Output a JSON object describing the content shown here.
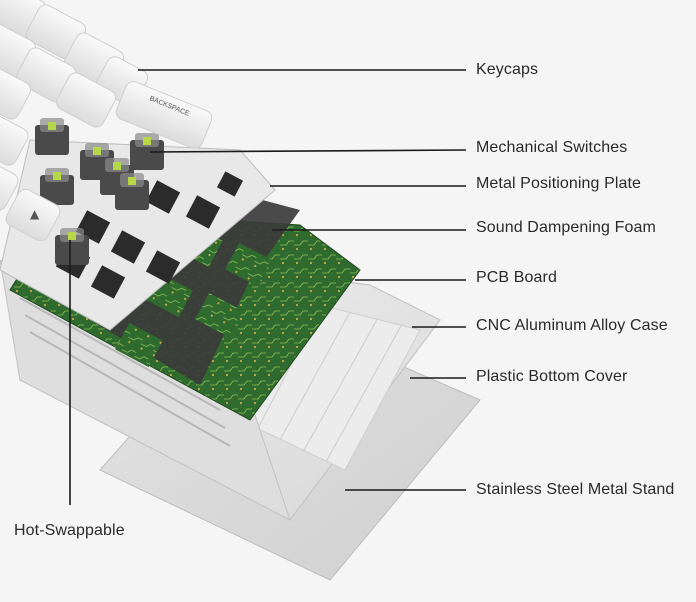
{
  "diagram": {
    "labels": {
      "keycaps": "Keycaps",
      "switches": "Mechanical Switches",
      "plate": "Metal Positioning Plate",
      "foam": "Sound Dampening Foam",
      "pcb": "PCB Board",
      "case": "CNC Aluminum Alloy Case",
      "bottom": "Plastic Bottom Cover",
      "stand": "Stainless Steel Metal Stand",
      "hotswap": "Hot-Swappable"
    },
    "keycap_legend": "BACKSPACE",
    "colors": {
      "background": "#f5f5f5",
      "keycap": "#ececec",
      "pcb_green": "#2f6b2e",
      "foam": "#3b3b3b",
      "plate": "#e8e8e8",
      "switch_stem": "#b5d84a",
      "case": "#e2e2e2",
      "stand": "#d6d6d6"
    }
  }
}
